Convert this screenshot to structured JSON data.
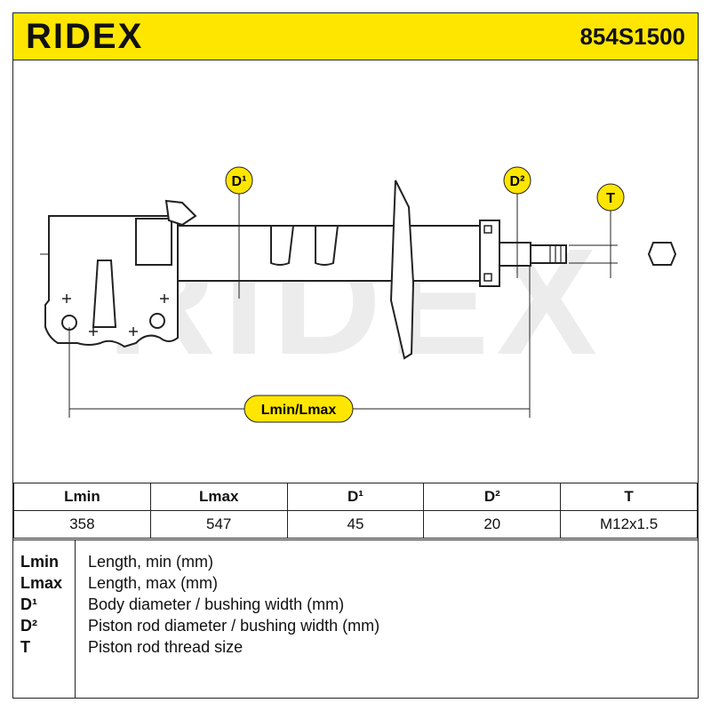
{
  "header": {
    "brand": "RIDEX",
    "part_number": "854S1500",
    "accent_color": "#ffe600"
  },
  "diagram": {
    "watermark": "RIDEX",
    "labels": {
      "d1": "D¹",
      "d2": "D²",
      "t": "T",
      "length": "Lmin/Lmax"
    }
  },
  "spec_table": {
    "headers": [
      "Lmin",
      "Lmax",
      "D¹",
      "D²",
      "T"
    ],
    "values": [
      "358",
      "547",
      "45",
      "20",
      "M12x1.5"
    ]
  },
  "legend": [
    {
      "key": "Lmin",
      "desc": "Length, min (mm)"
    },
    {
      "key": "Lmax",
      "desc": "Length, max (mm)"
    },
    {
      "key": "D¹",
      "desc": "Body diameter / bushing width (mm)"
    },
    {
      "key": "D²",
      "desc": "Piston rod diameter / bushing width (mm)"
    },
    {
      "key": "T",
      "desc": "Piston rod thread size"
    }
  ]
}
